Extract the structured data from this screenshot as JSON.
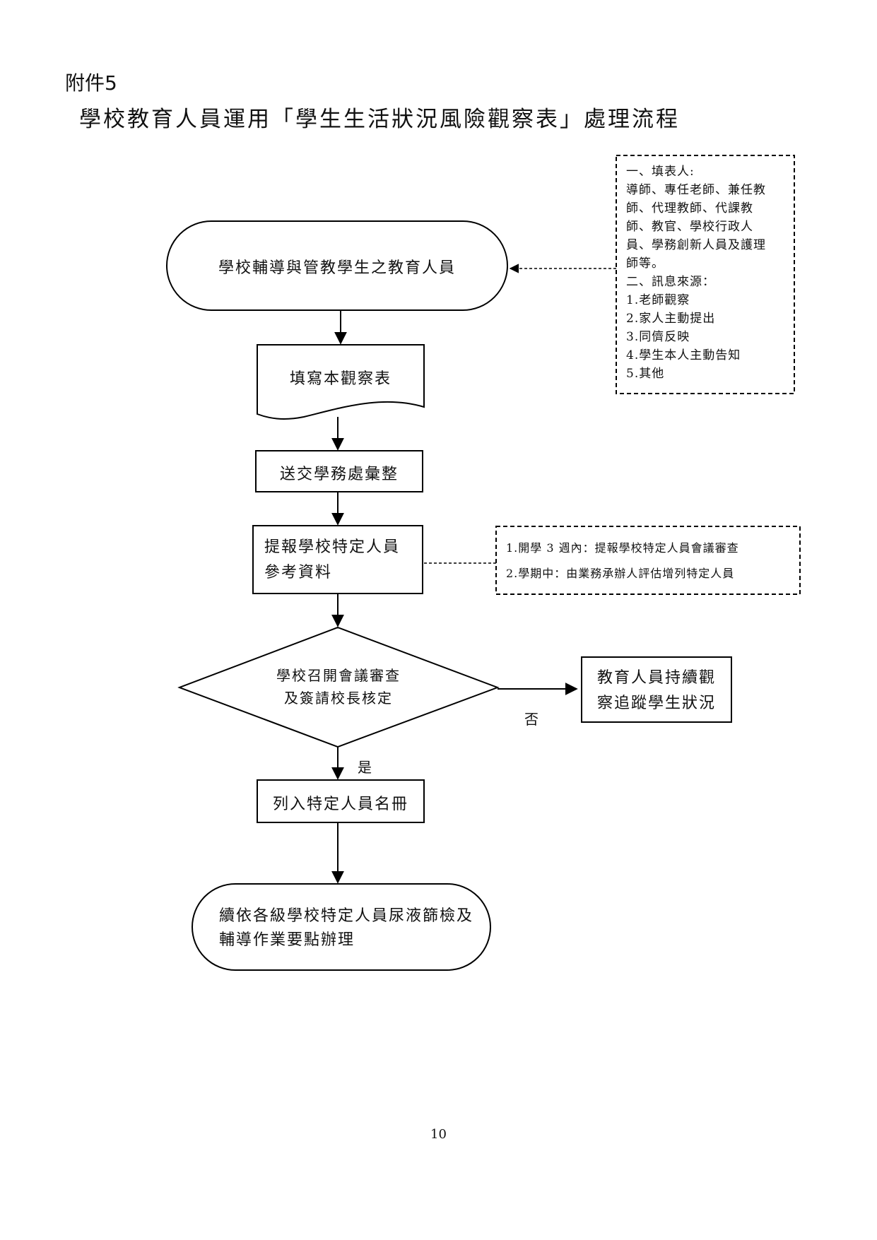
{
  "header": {
    "attachment": "附件5",
    "title": "學校教育人員運用「學生生活狀況風險觀察表」處理流程"
  },
  "nodes": {
    "start": "學校輔導與管教學生之教育人員",
    "fill_form": "填寫本觀察表",
    "submit": "送交學務處彙整",
    "report": [
      "提報學校特定人員",
      "參考資料"
    ],
    "decision": [
      "學校召開會議審查",
      "及簽請校長核定"
    ],
    "no_branch": [
      "教育人員持續觀",
      "察追蹤學生狀況"
    ],
    "list_register": "列入特定人員名冊",
    "end": [
      "續依各級學校特定人員尿液篩檢及",
      "輔導作業要點辦理"
    ]
  },
  "edge_labels": {
    "no": "否",
    "yes": "是"
  },
  "notes": {
    "filler_note": [
      "一、填表人:",
      "導師、專任老師、兼任教",
      "師、代理教師、代課教",
      "師、教官、學校行政人",
      "員、學務創新人員及護理",
      "師等。",
      "二、訊息來源：",
      "1.老師觀察",
      "2.家人主動提出",
      "3.同儕反映",
      "4.學生本人主動告知",
      "5.其他"
    ],
    "timing_note": [
      "1.開學 3 週內：提報學校特定人員會議審查",
      "2.學期中：由業務承辦人評估增列特定人員"
    ]
  },
  "footer": {
    "page_number": "10"
  }
}
